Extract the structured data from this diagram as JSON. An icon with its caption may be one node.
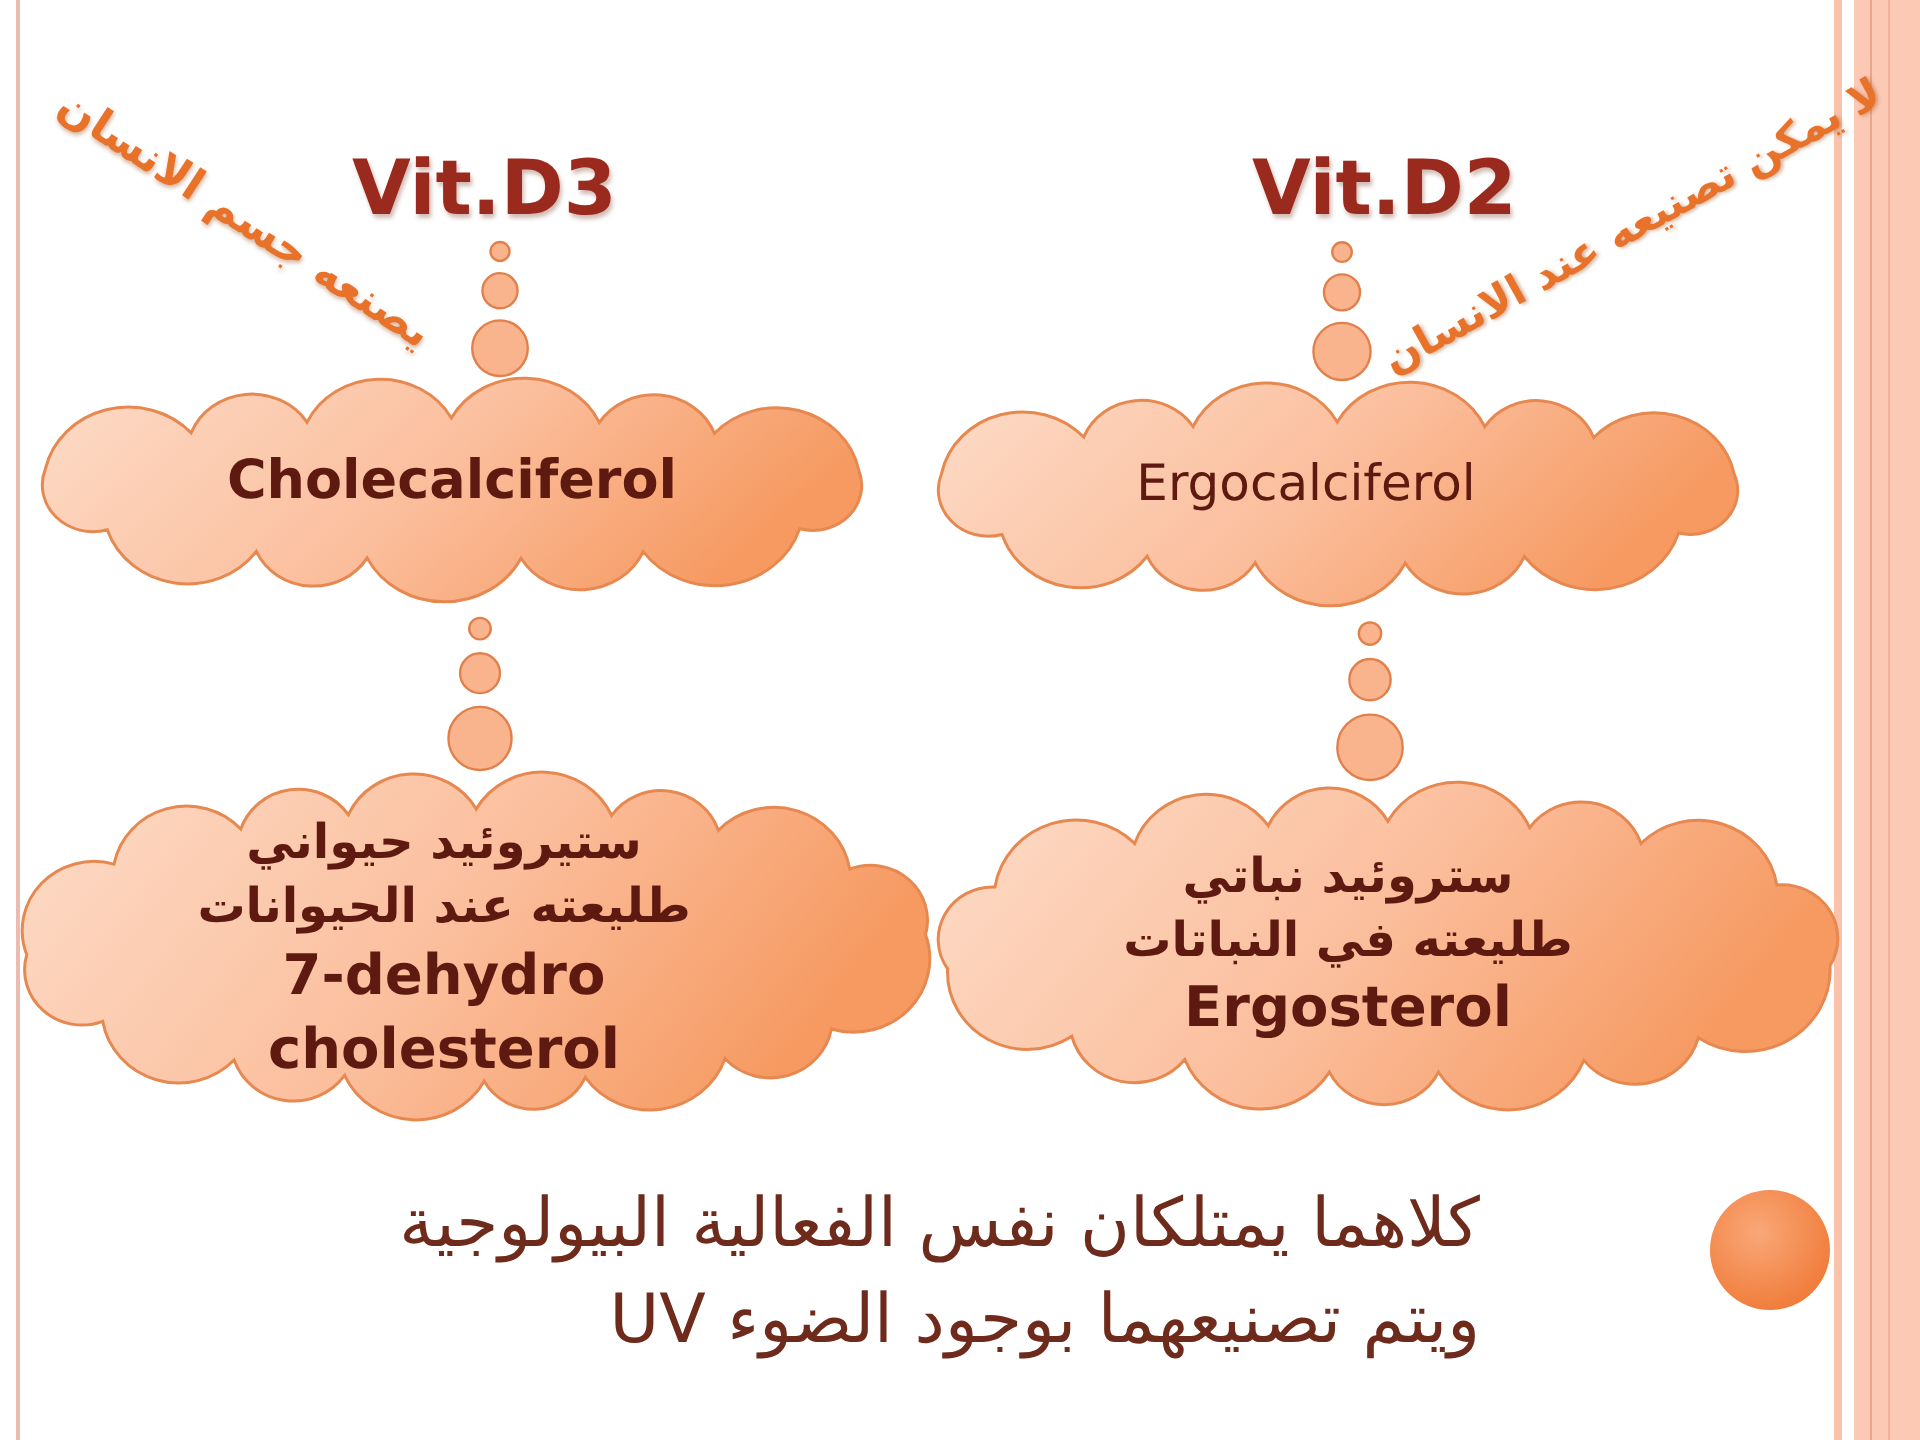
{
  "diagram": {
    "nodes": [
      {
        "text": [
          "Vit.D3"
        ]
      },
      {
        "text": [
          "Vit.D2"
        ]
      },
      {
        "text": [
          "Cholecalciferol"
        ]
      },
      {
        "text": [
          "Ergocalciferol"
        ]
      },
      {
        "text": [
          "ستيروئيد حيواني",
          "طليعته عند الحيوانات",
          "7-dehydro cholesterol"
        ]
      },
      {
        "text": [
          "ستروئيد نباتي",
          "طليعته في النباتات",
          "Ergosterol"
        ]
      }
    ],
    "edges": [
      {
        "from": 0,
        "to": 2,
        "arrow": "none"
      },
      {
        "from": 1,
        "to": 3,
        "arrow": "none"
      },
      {
        "from": 2,
        "to": 4,
        "arrow": "none"
      },
      {
        "from": 3,
        "to": 5,
        "arrow": "none"
      }
    ],
    "labels": [
      "يصنعه جسم الانسان",
      "لا يمكن تصنيعه عند الانسان",
      "كلاهما يمتلكان نفس الفعالية البيولوجية ويتم تصنيعهما بوجود الضوء UV"
    ]
  }
}
